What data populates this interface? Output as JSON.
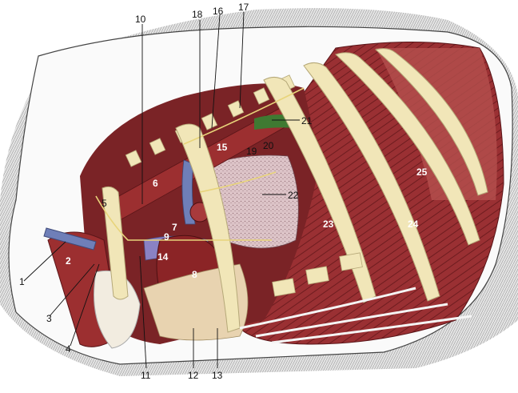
{
  "labels": {
    "l1": "1",
    "l2": "2",
    "l3": "3",
    "l4": "4",
    "l5": "5",
    "l6": "6",
    "l7": "7",
    "l8": "8",
    "l9": "9",
    "l10": "10",
    "l11": "11",
    "l12": "12",
    "l13": "13",
    "l14": "14",
    "l15": "15",
    "l16": "16",
    "l17": "17",
    "l18": "18",
    "l19": "19",
    "l20": "20",
    "l21": "21",
    "l22": "22",
    "l23": "23",
    "l24": "24",
    "l25": "25"
  },
  "colors": {
    "muscle": "#8e2a2c",
    "muscle_light": "#b45a55",
    "rib": "#f1e6b8",
    "rib_edge": "#b5a878",
    "lung": "#d8b8bf",
    "vein_blue": "#6f7fb8",
    "fat": "#e8d3b0",
    "green": "#3f7a32",
    "fur": "#cfcfcf"
  }
}
